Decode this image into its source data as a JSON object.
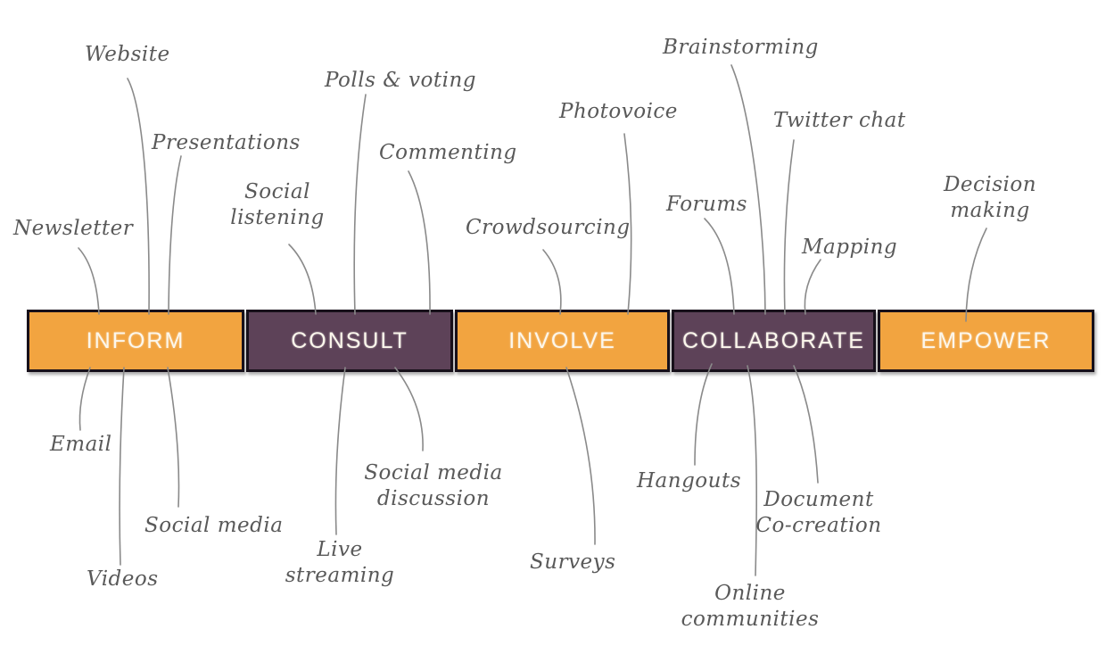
{
  "palette": {
    "background": "#ffffff",
    "orange": "#F2A440",
    "purple": "#5D4258",
    "bar_border": "#17101A",
    "bar_text": "#FCF7EC",
    "label_text": "#595959",
    "connector": "#8A8A8A"
  },
  "spectrum": {
    "stages": [
      {
        "label": "INFORM",
        "tone": "orange"
      },
      {
        "label": "CONSULT",
        "tone": "purple"
      },
      {
        "label": "INVOLVE",
        "tone": "orange"
      },
      {
        "label": "COLLABORATE",
        "tone": "purple"
      },
      {
        "label": "EMPOWER",
        "tone": "orange"
      }
    ]
  },
  "tools_above": [
    {
      "text": "Newsletter",
      "stage": "INFORM"
    },
    {
      "text": "Website",
      "stage": "INFORM"
    },
    {
      "text": "Presentations",
      "stage": "INFORM"
    },
    {
      "text": "Social\nlistening",
      "stage": "CONSULT"
    },
    {
      "text": "Polls & voting",
      "stage": "CONSULT"
    },
    {
      "text": "Commenting",
      "stage": "CONSULT"
    },
    {
      "text": "Crowdsourcing",
      "stage": "INVOLVE"
    },
    {
      "text": "Photovoice",
      "stage": "INVOLVE"
    },
    {
      "text": "Forums",
      "stage": "COLLABORATE"
    },
    {
      "text": "Brainstorming",
      "stage": "COLLABORATE"
    },
    {
      "text": "Twitter chat",
      "stage": "COLLABORATE"
    },
    {
      "text": "Mapping",
      "stage": "COLLABORATE"
    },
    {
      "text": "Decision\nmaking",
      "stage": "EMPOWER"
    }
  ],
  "tools_below": [
    {
      "text": "Email",
      "stage": "INFORM"
    },
    {
      "text": "Videos",
      "stage": "INFORM"
    },
    {
      "text": "Social media",
      "stage": "INFORM"
    },
    {
      "text": "Live\nstreaming",
      "stage": "CONSULT"
    },
    {
      "text": "Social media\ndiscussion",
      "stage": "CONSULT"
    },
    {
      "text": "Surveys",
      "stage": "INVOLVE"
    },
    {
      "text": "Hangouts",
      "stage": "COLLABORATE"
    },
    {
      "text": "Online\ncommunities",
      "stage": "COLLABORATE"
    },
    {
      "text": "Document\nCo-creation",
      "stage": "COLLABORATE"
    }
  ]
}
